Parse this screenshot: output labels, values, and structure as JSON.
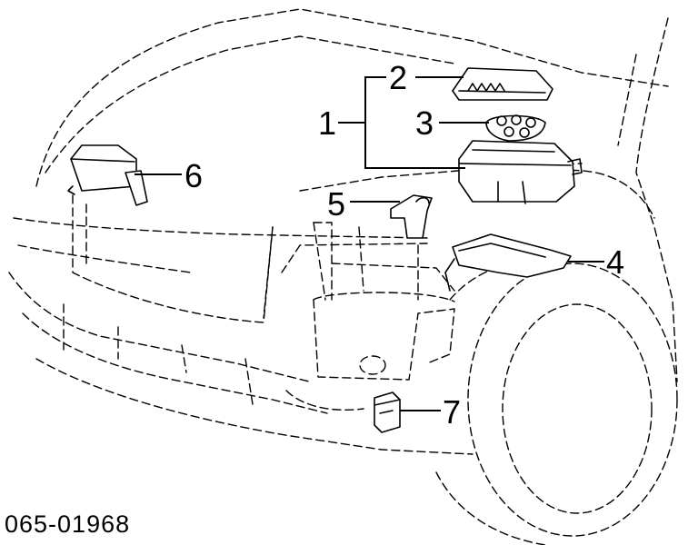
{
  "diagram": {
    "callouts": {
      "c1": "1",
      "c2": "2",
      "c3": "3",
      "c4": "4",
      "c5": "5",
      "c6": "6",
      "c7": "7"
    },
    "part_code": "065-01968"
  }
}
